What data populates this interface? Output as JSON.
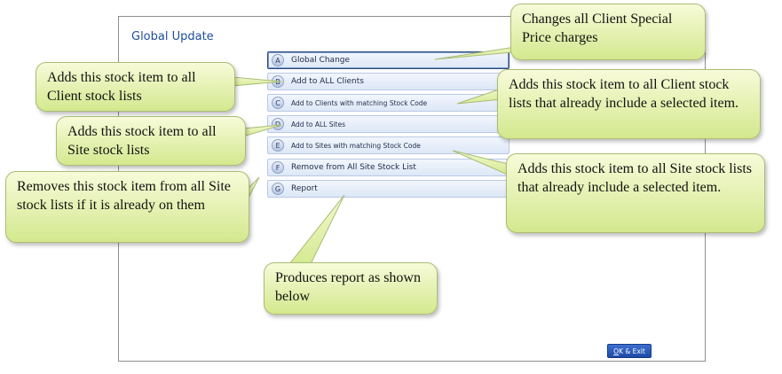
{
  "dialog": {
    "title": "Global Update"
  },
  "buttons": [
    {
      "letter": "A",
      "label": "Global Change"
    },
    {
      "letter": "B",
      "label": "Add to ALL Clients"
    },
    {
      "letter": "C",
      "label": "Add to Clients with matching Stock Code"
    },
    {
      "letter": "D",
      "label": "Add to ALL Sites"
    },
    {
      "letter": "E",
      "label": "Add to Sites with matching Stock Code"
    },
    {
      "letter": "F",
      "label": "Remove from All Site Stock List"
    },
    {
      "letter": "G",
      "label": "Report"
    }
  ],
  "ok_button": {
    "accel": "O",
    "label": "K & Exit"
  },
  "callouts": {
    "global_change": "Changes all Client Special Price charges",
    "add_all_clients": "Adds this stock item to all Client stock lists",
    "add_matching_clients": "Adds this stock item to all Client stock lists that already include a selected item.",
    "add_all_sites": "Adds this stock item to all Site stock lists",
    "add_matching_sites": "Adds this stock item to all Site stock lists that already include a selected item.",
    "remove_site": "Removes this stock item from all Site stock lists if it is already on them",
    "report": "Produces report as shown below"
  },
  "colors": {
    "title": "#1f4e9b",
    "callout_fill_top": "#f7fbd9",
    "callout_fill_bottom": "#d4e88e",
    "button_fill": "#dde7f6",
    "ok_fill": "#1d4aa6"
  }
}
